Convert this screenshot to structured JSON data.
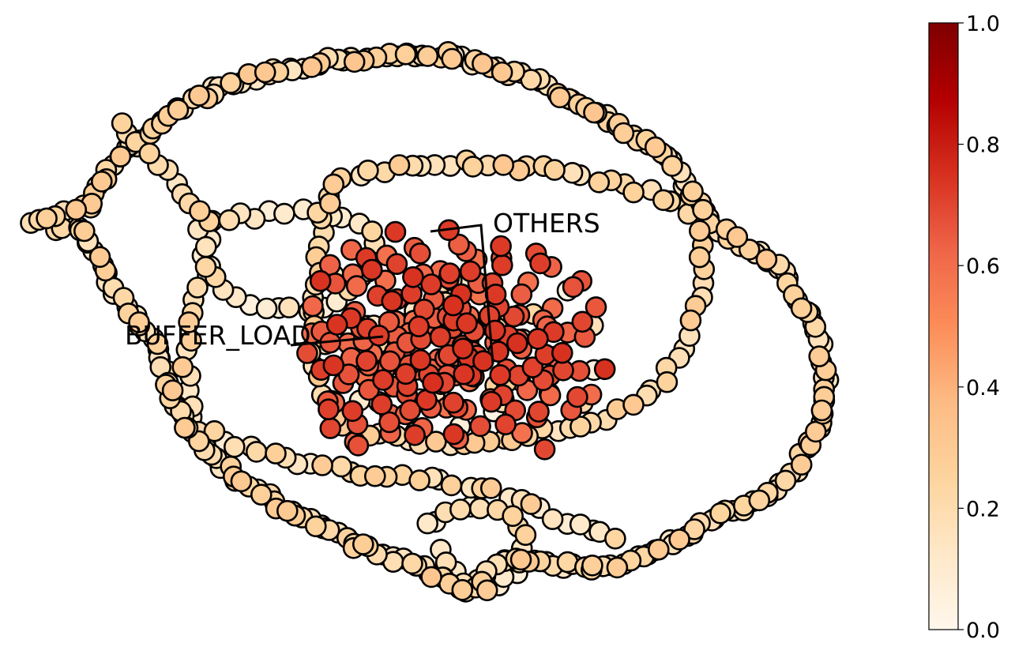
{
  "annotations": {
    "buffer_load": "BUFFER_LOAD",
    "others": "OTHERS"
  },
  "colorbar": {
    "colormap": "OrRd",
    "min": 0.0,
    "max": 1.0,
    "ticks": [
      "0.0",
      "0.2",
      "0.4",
      "0.6",
      "0.8",
      "1.0"
    ]
  },
  "colors": {
    "node_outline": "#000000",
    "low": "#fff7ec",
    "light": "#fdd49e",
    "mid": "#fc8d59",
    "high": "#d7301f",
    "max": "#7f0000"
  }
}
